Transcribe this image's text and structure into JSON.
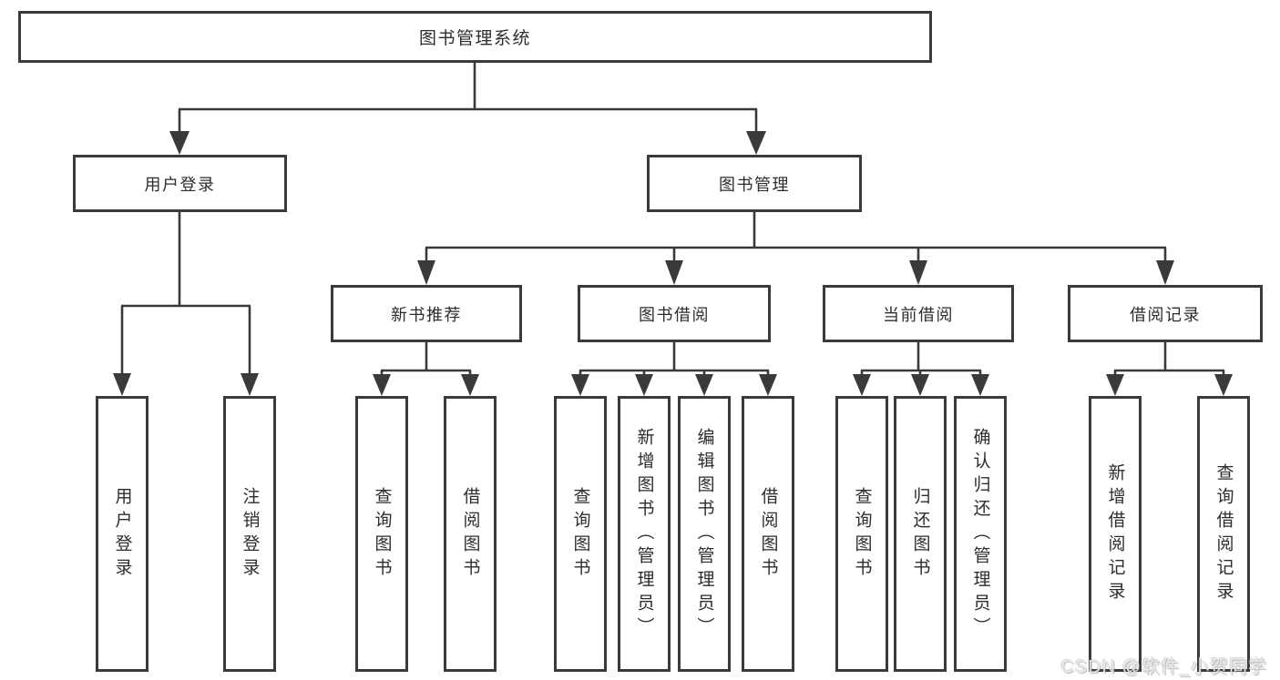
{
  "colors": {
    "line": "#3a3a3a",
    "text": "#2d2d2d",
    "background": "#ffffff",
    "watermark": "#ebebeb"
  },
  "tree": {
    "root": "图书管理系统",
    "children": [
      {
        "label": "用户登录",
        "children": [
          "用户登录",
          "注销登录"
        ]
      },
      {
        "label": "图书管理",
        "children": [
          {
            "label": "新书推荐",
            "children": [
              "查询图书",
              "借阅图书"
            ]
          },
          {
            "label": "图书借阅",
            "children": [
              "查询图书",
              "新增图书（管理员）",
              "编辑图书（管理员）",
              "借阅图书"
            ]
          },
          {
            "label": "当前借阅",
            "children": [
              "查询图书",
              "归还图书",
              "确认归还（管理员）"
            ]
          },
          {
            "label": "借阅记录",
            "children": [
              "新增借阅记录",
              "查询借阅记录"
            ]
          }
        ]
      }
    ]
  },
  "watermark": {
    "text": "CSDN @软件_小贺同学"
  }
}
